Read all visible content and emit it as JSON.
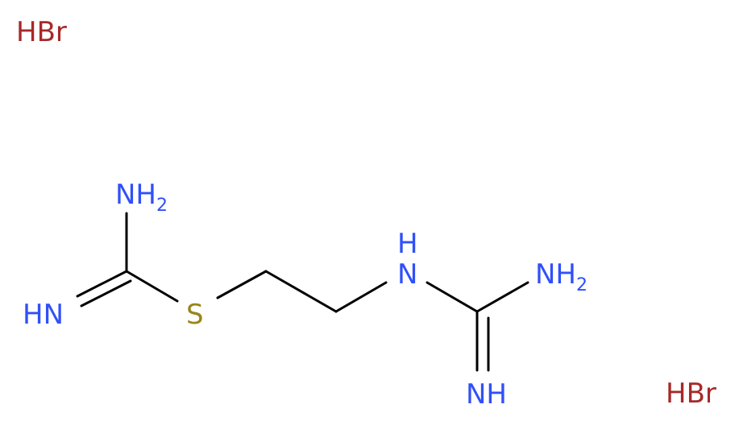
{
  "colors": {
    "bond": "#000000",
    "nitrogen": "#3050F8",
    "sulfur": "#9B8418",
    "counterion": "#A62929"
  },
  "counterions": {
    "top_left": "HBr",
    "bottom_right": "HBr"
  },
  "atoms": {
    "thiourea_amine": {
      "main": "NH",
      "sub": "2"
    },
    "thiourea_imine": "HN",
    "sulfur": "S",
    "guanidine_nh_h": "H",
    "guanidine_nh_n": "N",
    "guanidine_amine": {
      "main": "NH",
      "sub": "2"
    },
    "guanidine_imine": "NH"
  }
}
